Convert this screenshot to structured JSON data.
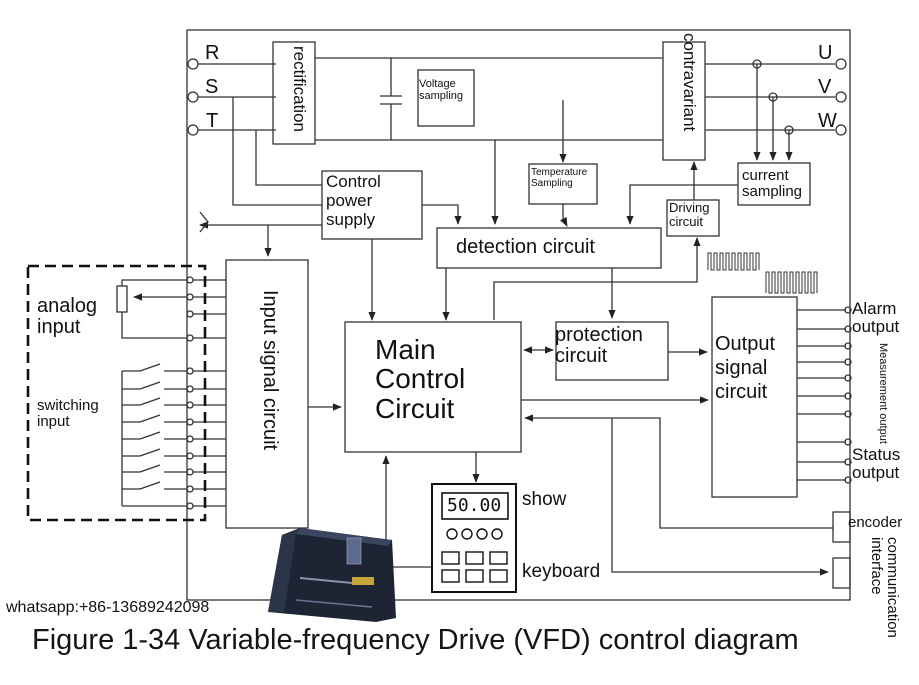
{
  "inverter": {
    "input_phases": [
      "R",
      "S",
      "T"
    ],
    "output_phases": [
      "U",
      "V",
      "W"
    ]
  },
  "blocks": {
    "rectification": "rectification",
    "voltage_sampling": "Voltage sampling",
    "contravariant": "contravariant",
    "control_power_supply": "Control power supply",
    "temperature_sampling": "Temperature Sampling",
    "current_sampling": "current sampling",
    "driving_circuit": "Driving circuit",
    "detection_circuit": "detection circuit",
    "input_signal_circuit": "Input signal circuit",
    "main_control_circuit": "Main Control Circuit",
    "protection_circuit": "protection circuit",
    "output_signal_circuit": "Output signal circuit"
  },
  "inputs": {
    "analog": "analog input",
    "switching": "switching input"
  },
  "outputs": {
    "alarm": "Alarm output",
    "measurement": "Measurement output",
    "status": "Status output",
    "encoder": "encoder",
    "communication": "communication interface"
  },
  "keypad": {
    "display_value": "50.00",
    "show_label": "show",
    "keyboard_label": "keyboard"
  },
  "contact": "whatsapp:+86-13689242098",
  "caption": "Figure 1-34 Variable-frequency Drive (VFD) control diagram"
}
